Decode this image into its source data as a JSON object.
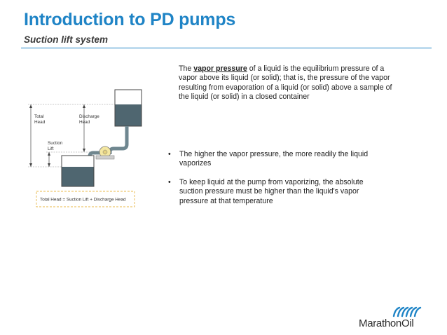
{
  "slide": {
    "title": "Introduction to PD pumps",
    "subtitle": "Suction lift system"
  },
  "definition": {
    "term": "vapor pressure",
    "lead": "The",
    "line1_rest": " of a liquid is the equilibrium pressure of a",
    "line2": "vapor above its liquid (or solid); that is, the pressure of the vapor",
    "line3": "resulting from evaporation of a liquid (or solid) above a sample of",
    "line4": "the liquid (or solid) in a closed container"
  },
  "bullets": [
    {
      "marker": "•",
      "lines": [
        "The higher the vapor pressure, the more readily the liquid",
        "vaporizes"
      ]
    },
    {
      "marker": "•",
      "lines": [
        "To keep liquid at the pump from vaporizing, the absolute",
        "suction pressure must be higher than the liquid's vapor",
        "pressure at that temperature"
      ]
    }
  ],
  "diagram": {
    "total_head_label": [
      "Total",
      "Head"
    ],
    "discharge_head_label": [
      "Discharge",
      "Head"
    ],
    "suction_lift_label": [
      "Suction",
      "Lift"
    ],
    "equation": "Total Head = Suction Lift + Discharge Head"
  },
  "logo": {
    "wordmark": "MarathonOil",
    "mark_icon": "marathon-wave-mark",
    "mark_color": "#1f84c6"
  },
  "colors": {
    "accent": "#1f84c6",
    "liquid": "#4f6670",
    "pump": "#f4e7a1"
  }
}
